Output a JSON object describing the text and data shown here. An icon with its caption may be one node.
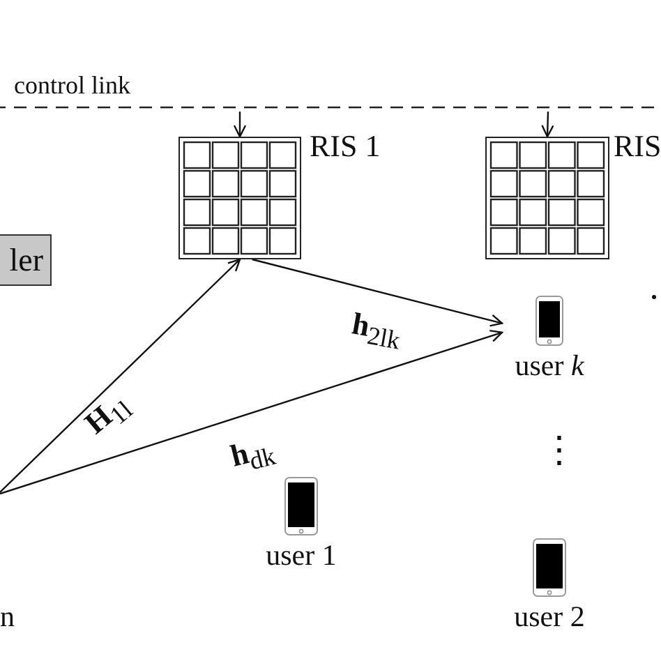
{
  "diagram": {
    "nodes": [
      {
        "text": [
          "ler"
        ]
      },
      {
        "text": [
          "RIS 1"
        ]
      },
      {
        "text": [
          "RIS"
        ]
      },
      {
        "text": [
          "user *k*"
        ]
      },
      {
        "text": [
          "user 1"
        ]
      },
      {
        "text": [
          "user 2"
        ]
      }
    ],
    "edges": [
      {
        "from": null,
        "to": 1,
        "arrow": "to"
      },
      {
        "from": null,
        "to": 2,
        "arrow": "to"
      },
      {
        "from": null,
        "to": 1,
        "arrow": "to",
        "label": "**H**$_{1l}$"
      },
      {
        "from": 1,
        "to": 3,
        "arrow": "to",
        "label": "**h**$_{2lk}$"
      },
      {
        "from": null,
        "to": 3,
        "arrow": "to",
        "label": "**h**$_{dk}$"
      }
    ],
    "labels": [
      "control link",
      "⋮",
      "n"
    ]
  }
}
